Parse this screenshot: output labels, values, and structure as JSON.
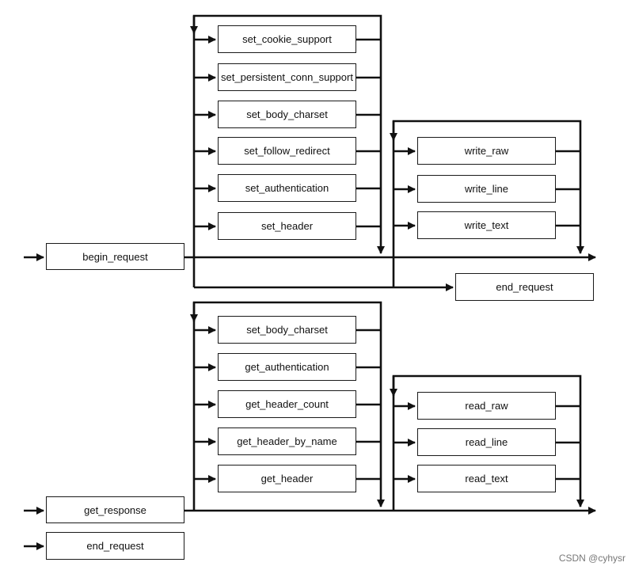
{
  "request": {
    "begin": "begin_request",
    "setters": [
      "set_cookie_support",
      "set_persistent_conn_support",
      "set_body_charset",
      "set_follow_redirect",
      "set_authentication",
      "set_header"
    ],
    "writers": [
      "write_raw",
      "write_line",
      "write_text"
    ],
    "end": "end_request"
  },
  "response": {
    "get": "get_response",
    "getters": [
      "set_body_charset",
      "get_authentication",
      "get_header_count",
      "get_header_by_name",
      "get_header"
    ],
    "readers": [
      "read_raw",
      "read_line",
      "read_text"
    ],
    "end": "end_request"
  },
  "watermark": "CSDN @cyhysr"
}
